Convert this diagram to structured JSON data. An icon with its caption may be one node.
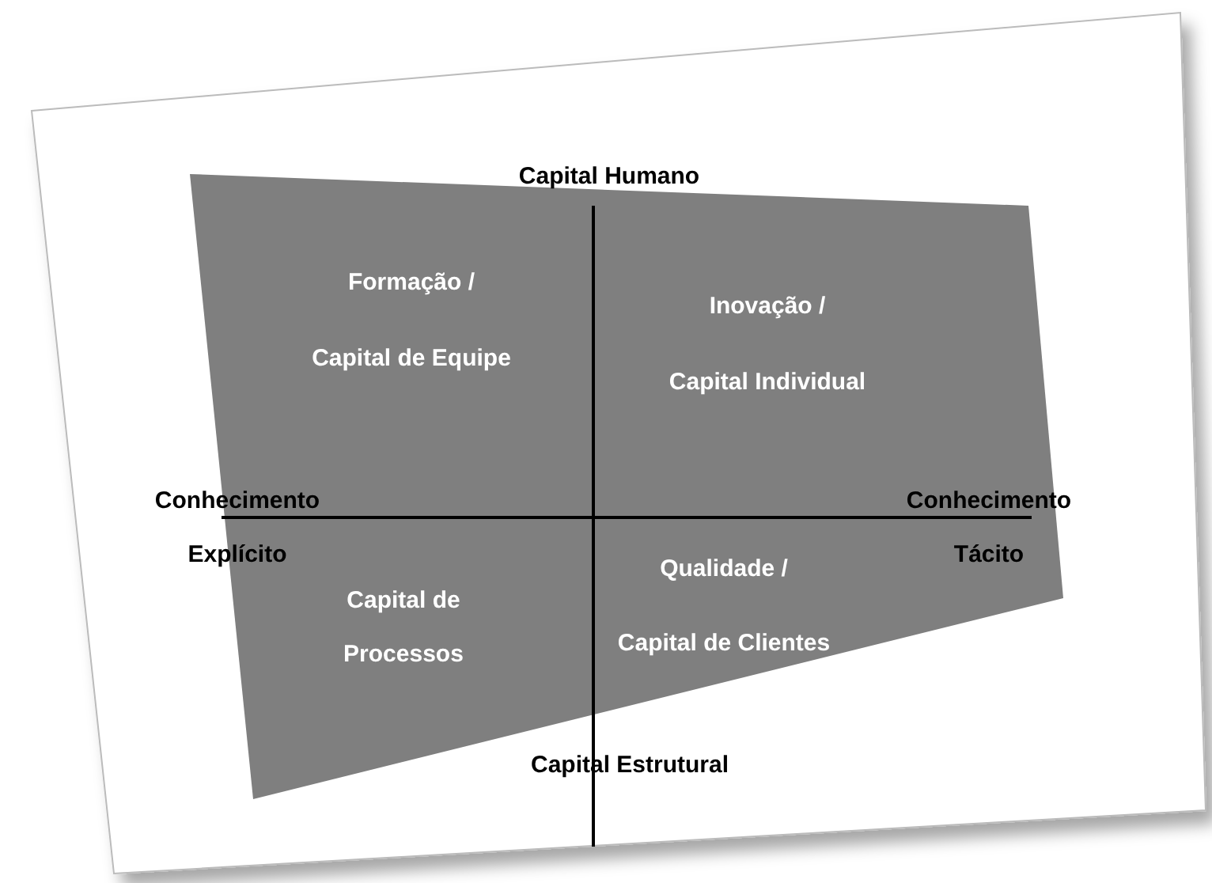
{
  "diagram": {
    "labels": [
      "Capital Humano",
      "Formação / Capital de Equipe",
      "Inovação / Capital Individual",
      "Conhecimento Explícito",
      "Conhecimento Tácito",
      "Qualidade / Capital de Clientes",
      "Capital de Processos",
      "Capital Estrutural"
    ]
  }
}
